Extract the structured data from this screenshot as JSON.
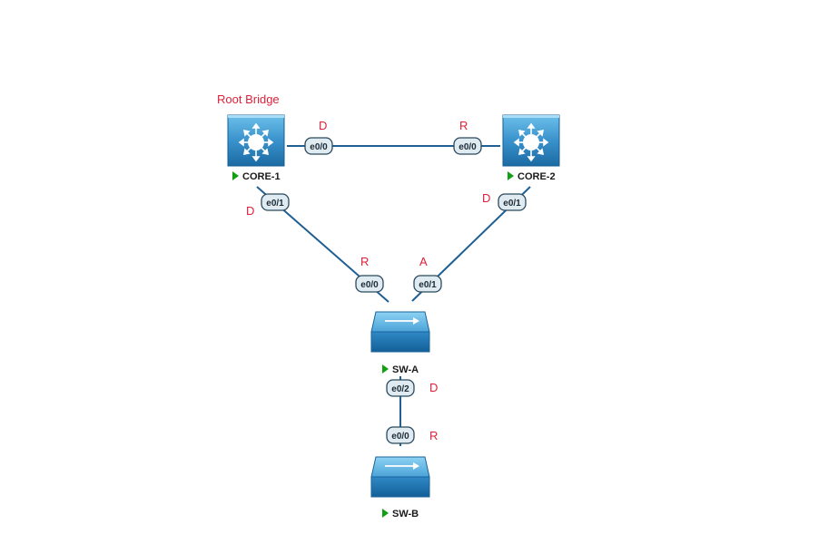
{
  "colors": {
    "link": "#1f5f93",
    "role_text": "#e0203a",
    "status_arrow": "#12a012",
    "device_top": "#63b5e3",
    "device_bottom": "#1c6ea6"
  },
  "annotation": {
    "root_bridge": "Root Bridge"
  },
  "devices": {
    "core1": {
      "name": "CORE-1",
      "icon": "multilayer-switch-icon"
    },
    "core2": {
      "name": "CORE-2",
      "icon": "multilayer-switch-icon"
    },
    "swa": {
      "name": "SW-A",
      "icon": "switch-icon"
    },
    "swb": {
      "name": "SW-B",
      "icon": "switch-icon"
    }
  },
  "links": {
    "core1_core2": {
      "a_port": "e0/0",
      "a_role": "D",
      "b_port": "e0/0",
      "b_role": "R"
    },
    "core1_swa": {
      "a_port": "e0/1",
      "a_role": "D",
      "b_port": "e0/0",
      "b_role": "R"
    },
    "core2_swa": {
      "a_port": "e0/1",
      "a_role": "D",
      "b_port": "e0/1",
      "b_role": "A"
    },
    "swa_swb": {
      "a_port": "e0/2",
      "a_role": "D",
      "b_port": "e0/0",
      "b_role": "R"
    }
  }
}
